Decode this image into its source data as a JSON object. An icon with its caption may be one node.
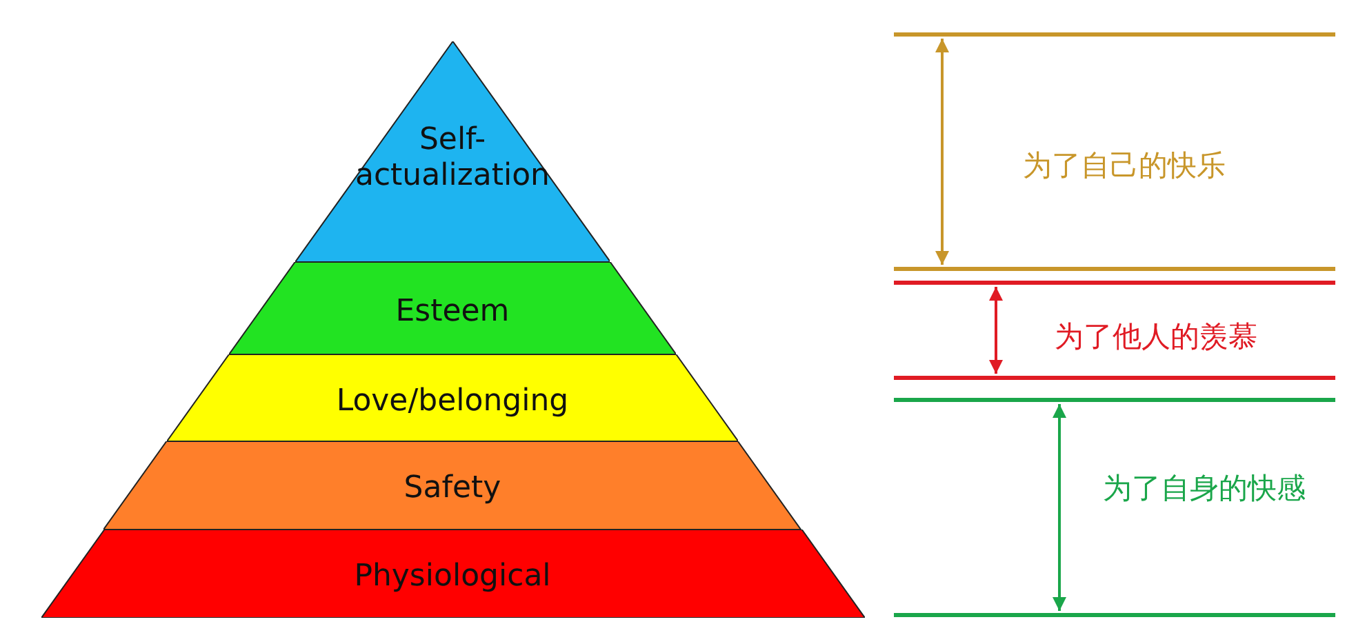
{
  "diagram": {
    "nodes": [
      {
        "text": [
          "Self-actualization"
        ]
      },
      {
        "text": [
          "Esteem"
        ]
      },
      {
        "text": [
          "Love/belonging"
        ]
      },
      {
        "text": [
          "Safety"
        ]
      },
      {
        "text": [
          "Physiological"
        ]
      }
    ],
    "labels": [
      "为了自己的快乐",
      "为了他人的羡慕",
      "为了自身的快感"
    ]
  }
}
